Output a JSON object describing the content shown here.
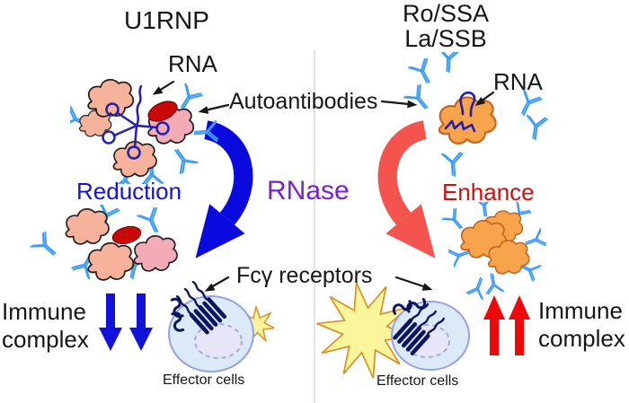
{
  "left": {
    "title": "U1RNP",
    "rna_label": "RNA",
    "reduction_label": "Reduction",
    "immune_complex_line1": "Immune",
    "immune_complex_line2": "complex",
    "effector_cells_label": "Effector cells"
  },
  "center": {
    "autoantibodies_label": "Autoantibodies",
    "rnase_label": "RNase",
    "fc_receptors_label": "Fcγ receptors"
  },
  "right": {
    "title_line1": "Ro/SSA",
    "title_line2": "La/SSB",
    "rna_label": "RNA",
    "enhance_label": "Enhance",
    "immune_complex_line1": "Immune",
    "immune_complex_line2": "complex",
    "effector_cells_label": "Effector cells"
  },
  "colors": {
    "reduction_blue": "#1212DD",
    "blue_arrow": "#0A0ADF",
    "red_arrow": "#F4534E",
    "up_arrow_red": "#EE0808",
    "enhance_red": "#CC1111",
    "rnase_purple": "#7B1FD6",
    "antibody_blue": "#3E9EF5",
    "protein_pink": "#F6B29B",
    "protein_pink_light": "#F3ABB7",
    "protein_orange": "#F7A44D",
    "rna_navy": "#2121B0",
    "receptor_navy": "#0A1660",
    "dark_red_oval": "#C90808",
    "cell_fill": "#DCEAF8",
    "cell_border": "#93A1E8",
    "star_yellow": "#FBF59B",
    "star_border": "#DC8A1C"
  }
}
